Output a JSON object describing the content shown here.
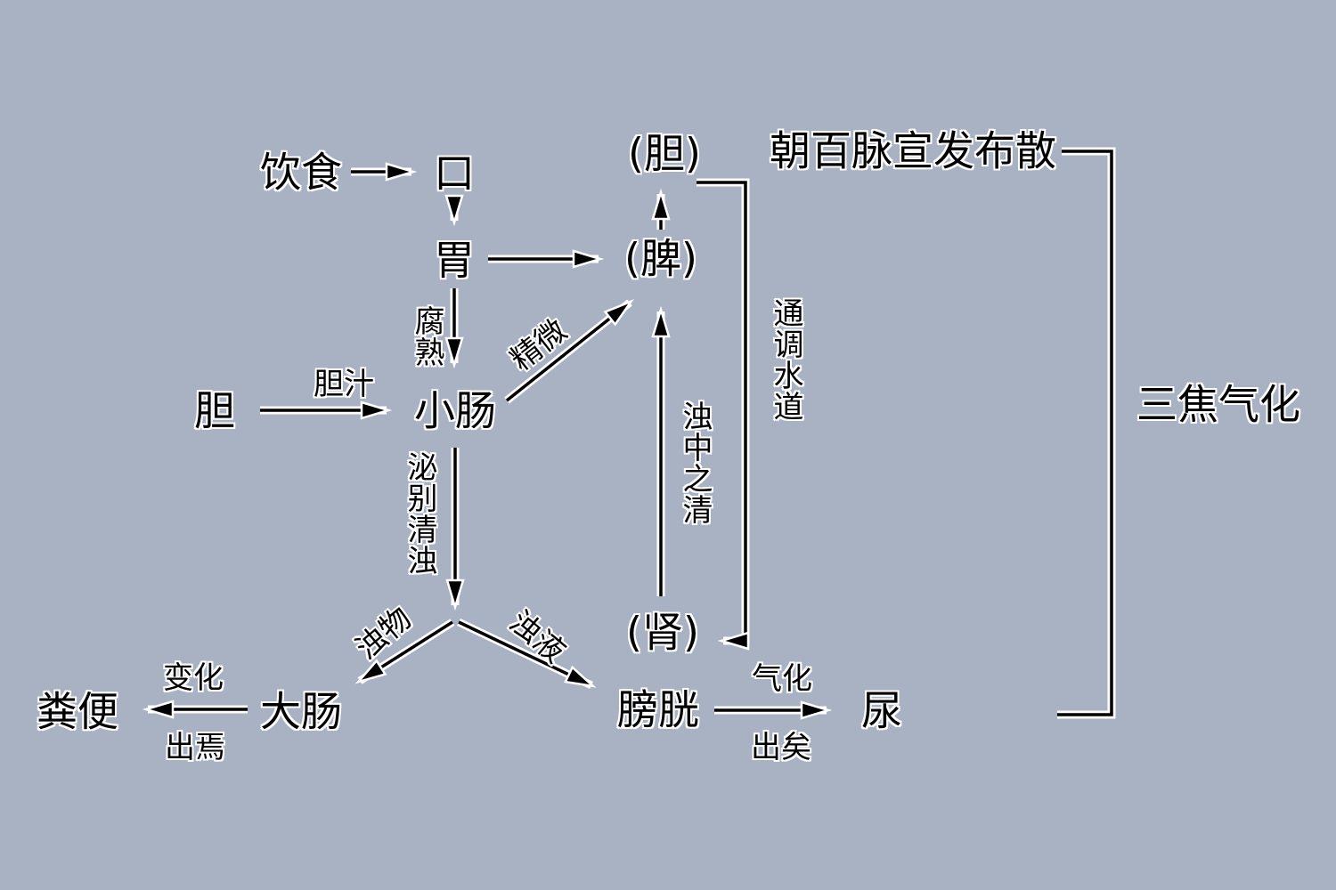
{
  "diagram": {
    "background_color": "#a9b2c2",
    "line_color": "#000000",
    "halo_color": "#ffffff"
  },
  "titles": {
    "top_right": "朝百脉宣发布散",
    "right_bracket": "三焦气化"
  },
  "nodes": {
    "yinshi": "饮食",
    "kou": "口",
    "wei": "胃",
    "pi": "(脾)",
    "dan_paren": "(胆)",
    "dan": "胆",
    "xiaochang": "小肠",
    "shen": "(肾)",
    "dachang": "大肠",
    "fenbian": "粪便",
    "pangguang": "膀胱",
    "niao": "尿"
  },
  "edge_labels": {
    "fushu": "腐熟",
    "danzhi": "胆汁",
    "jingwei": "精微",
    "mibie_qingzhuo": "泌别清浊",
    "zhuowu": "浊物",
    "zhuoye": "浊液",
    "bianhua": "变化",
    "chuyan": "出焉",
    "qihua": "气化",
    "chuyi": "出矣",
    "zhuozhong_zhiqing": "浊中之清",
    "tongtiao_shuidao": "通调水道"
  }
}
